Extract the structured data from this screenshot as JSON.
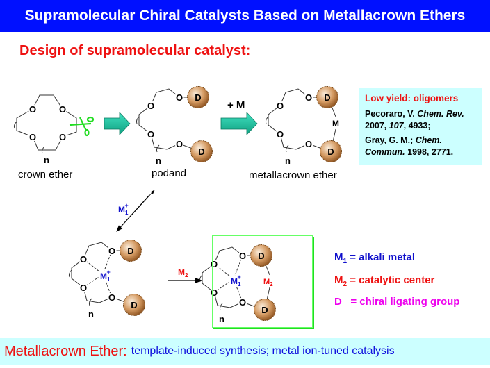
{
  "title": "Supramolecular Chiral Catalysts Based on Metallacrown Ethers",
  "subtitle": "Design of supramolecular catalyst:",
  "labels": {
    "crown_ether": "crown ether",
    "podand": "podand",
    "metallacrown_ether": "metallacrown ether"
  },
  "reagents": {
    "plus_m": "+ M",
    "m": "M",
    "m1": "M",
    "m1_sub": "1",
    "plus": "+",
    "m2": "M",
    "m2_sub": "2"
  },
  "atoms": {
    "oxygen": "O",
    "group": "D",
    "repeat": "n"
  },
  "info_box": {
    "headline": "Low yield: oligomers",
    "ref1": {
      "author": "Pecoraro, V. ",
      "journal": "Chem. Rev.",
      "year": " 2007, ",
      "volume": "107",
      "pages": ", 4933;"
    },
    "ref2": {
      "author": "Gray, G. M.; ",
      "journal": "Chem. Commun.",
      "rest": " 1998, 2771."
    }
  },
  "legend": [
    {
      "symbol": "M",
      "sub": "1",
      "text": " = alkali metal",
      "color": "#1010cc"
    },
    {
      "symbol": "M",
      "sub": "2",
      "text": " = catalytic center",
      "color": "#ee1111"
    },
    {
      "symbol": "D",
      "sub": "",
      "text": "   = chiral ligating group",
      "color": "#ee00ee"
    }
  ],
  "bottom": {
    "term": "Metallacrown Ether:",
    "description": "template-induced synthesis; metal ion-tuned catalysis"
  },
  "colors": {
    "title_bg": "#0010ff",
    "accent_red": "#ee1111",
    "accent_blue": "#1010dd",
    "band_bg": "#ccffff",
    "arrow": "#20c0a0"
  }
}
